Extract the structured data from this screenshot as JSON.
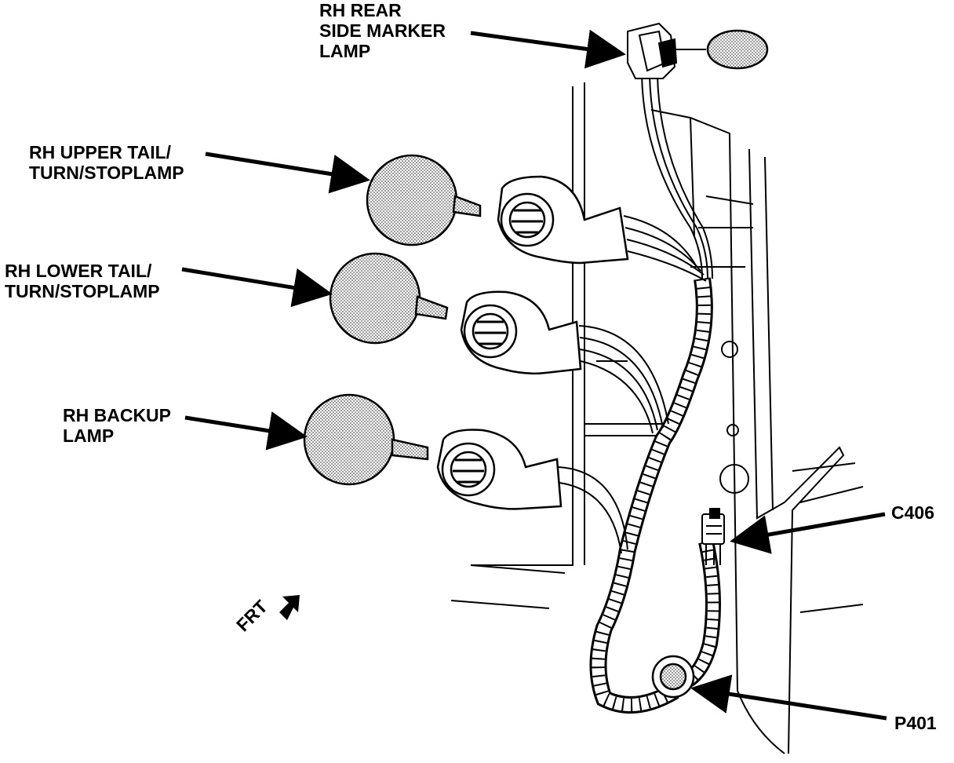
{
  "labels": {
    "side_marker": [
      "RH REAR",
      "SIDE MARKER",
      "LAMP"
    ],
    "upper_tail": [
      "RH UPPER TAIL/",
      "TURN/STOPLAMP"
    ],
    "lower_tail": [
      "RH LOWER TAIL/",
      "TURN/STOPLAMP"
    ],
    "backup": [
      "RH BACKUP",
      "LAMP"
    ],
    "c406": "C406",
    "p401": "P401",
    "frt": "FRT"
  },
  "colors": {
    "line": "#000000",
    "bulb_fill": "#bdbdbd",
    "background": "#ffffff"
  },
  "icons": {
    "front_direction": "arrow-up-left-icon"
  }
}
